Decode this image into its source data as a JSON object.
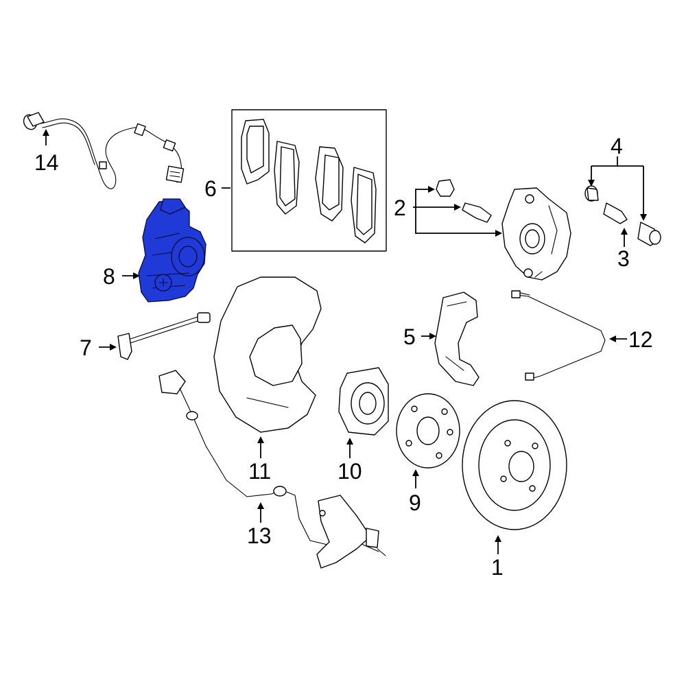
{
  "diagram": {
    "highlight_color": "#1f3ad6",
    "callouts": {
      "c1": "1",
      "c2": "2",
      "c3": "3",
      "c4": "4",
      "c5": "5",
      "c6": "6",
      "c7": "7",
      "c8": "8",
      "c9": "9",
      "c10": "10",
      "c11": "11",
      "c12": "12",
      "c13": "13",
      "c14": "14"
    },
    "highlighted_callout": "8"
  }
}
